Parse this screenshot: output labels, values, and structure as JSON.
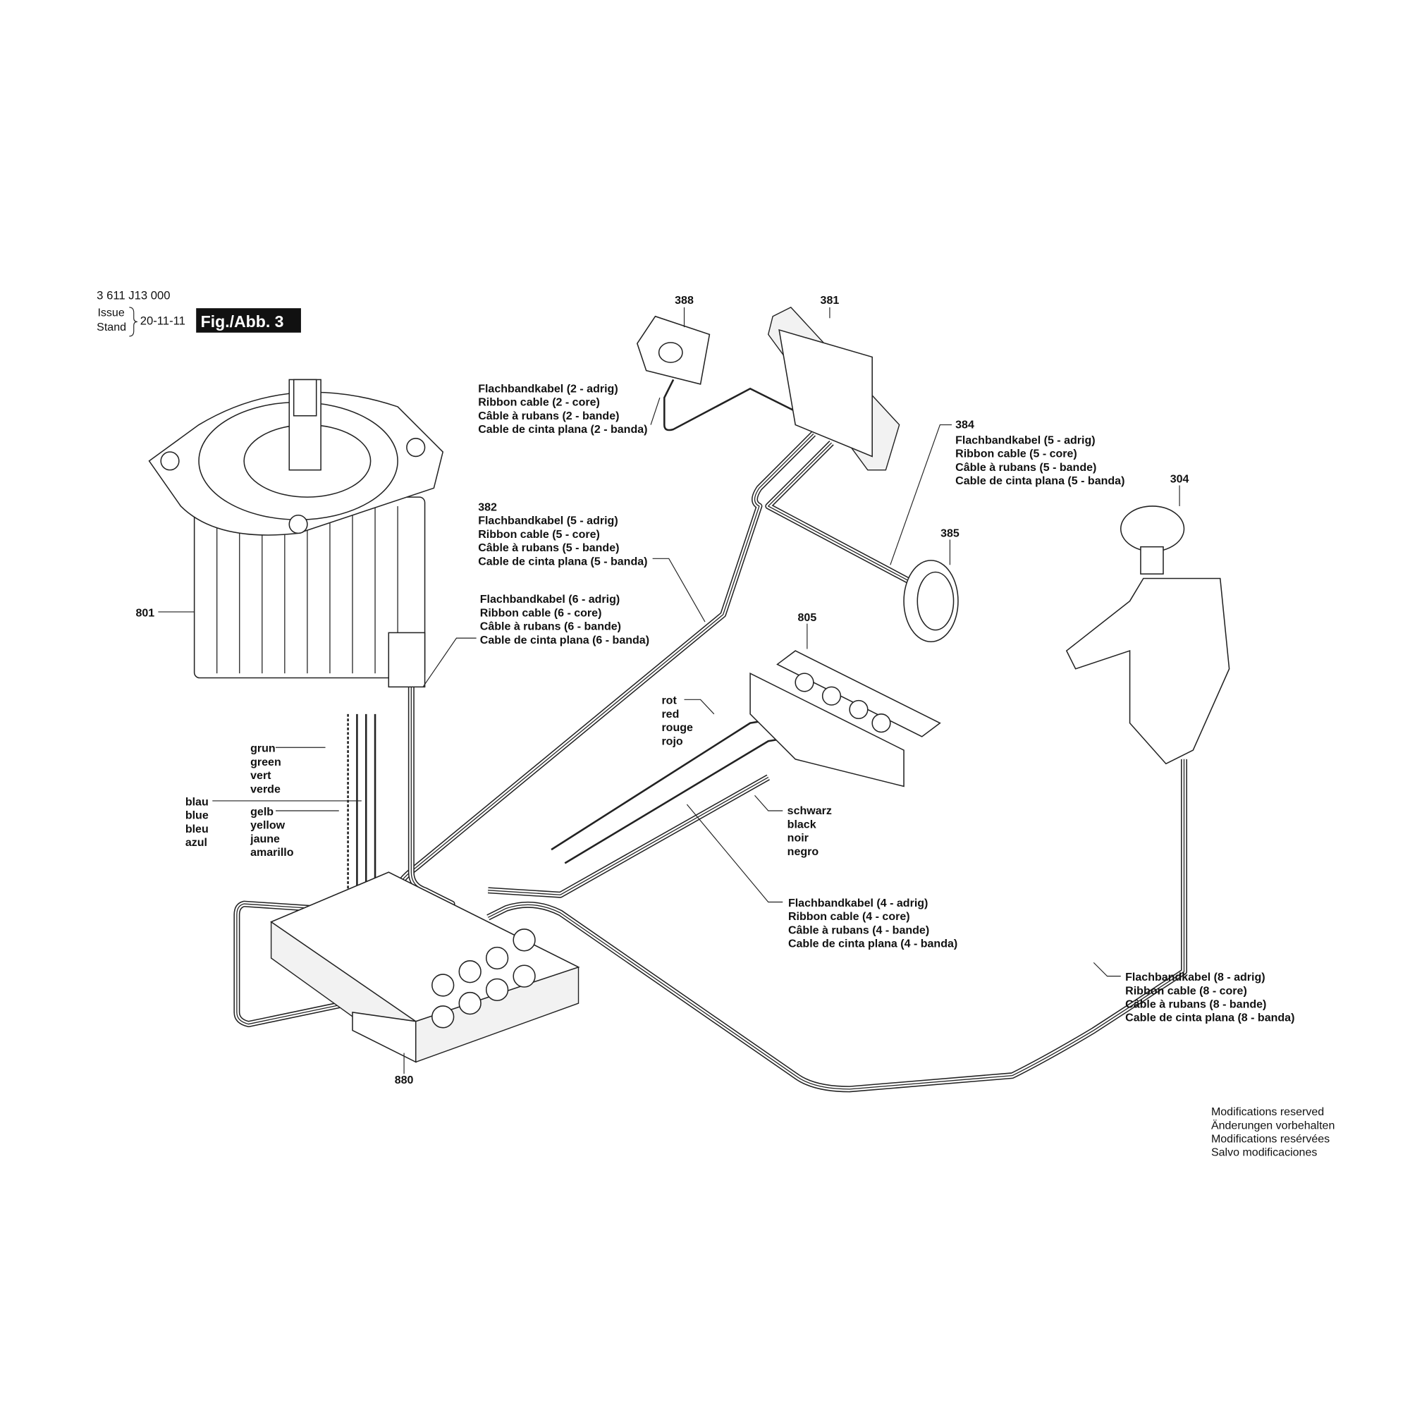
{
  "header": {
    "doc_number": "3 611 J13 000",
    "issue_label": "Issue",
    "stand_label": "Stand",
    "date": "20-11-11",
    "figure_label": "Fig./Abb. 3"
  },
  "parts": {
    "p388": "388",
    "p381": "381",
    "p384": "384",
    "p304": "304",
    "p385": "385",
    "p382": "382",
    "p801": "801",
    "p805": "805",
    "p880": "880"
  },
  "labels": {
    "cable2": [
      "Flachbandkabel (2 - adrig)",
      "Ribbon cable (2 - core)",
      "Câble à rubans (2 - bande)",
      "Cable de cinta plana (2 - banda)"
    ],
    "cable384": [
      "Flachbandkabel (5 - adrig)",
      "Ribbon cable (5 - core)",
      "Câble à rubans (5 - bande)",
      "Cable de cinta plana (5 - banda)"
    ],
    "cable382": [
      "Flachbandkabel (5 - adrig)",
      "Ribbon cable (5 - core)",
      "Câble à rubans (5 - bande)",
      "Cable de cinta plana (5 - banda)"
    ],
    "cable6": [
      "Flachbandkabel (6 - adrig)",
      "Ribbon cable (6 - core)",
      "Câble à rubans (6 - bande)",
      "Cable de cinta plana (6 - banda)"
    ],
    "red": [
      "rot",
      "red",
      "rouge",
      "rojo"
    ],
    "green": [
      "grun",
      "green",
      "vert",
      "verde"
    ],
    "blue": [
      "blau",
      "blue",
      "bleu",
      "azul"
    ],
    "yellow": [
      "gelb",
      "yellow",
      "jaune",
      "amarillo"
    ],
    "black": [
      "schwarz",
      "black",
      "noir",
      "negro"
    ],
    "cable4": [
      "Flachbandkabel (4 - adrig)",
      "Ribbon cable (4 - core)",
      "Câble à rubans (4 - bande)",
      "Cable de cinta plana (4 - banda)"
    ],
    "cable8": [
      "Flachbandkabel (8 - adrig)",
      "Ribbon cable (8 - core)",
      "Câble à rubans (8 - bande)",
      "Cable de cinta plana (8 - banda)"
    ]
  },
  "footer": [
    "Modifications reserved",
    "Änderungen vorbehalten",
    "Modifications resérvées",
    "Salvo modificaciones"
  ]
}
